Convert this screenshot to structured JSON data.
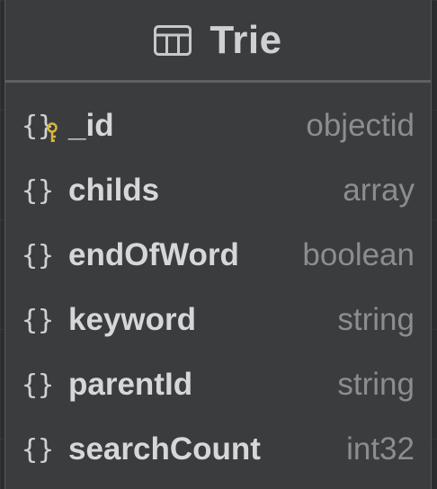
{
  "table": {
    "title": "Trie",
    "icon": "table-icon",
    "fields": [
      {
        "name": "_id",
        "type": "objectid",
        "icon": "object-braces-icon",
        "primary_key": true
      },
      {
        "name": "childs",
        "type": "array",
        "icon": "object-braces-icon",
        "primary_key": false
      },
      {
        "name": "endOfWord",
        "type": "boolean",
        "icon": "object-braces-icon",
        "primary_key": false
      },
      {
        "name": "keyword",
        "type": "string",
        "icon": "object-braces-icon",
        "primary_key": false
      },
      {
        "name": "parentId",
        "type": "string",
        "icon": "object-braces-icon",
        "primary_key": false
      },
      {
        "name": "searchCount",
        "type": "int32",
        "icon": "object-braces-icon",
        "primary_key": false
      }
    ]
  },
  "colors": {
    "key_icon": "#d9b53a",
    "node_background": "#3b3c3e",
    "canvas_background": "#2b2c2e"
  }
}
